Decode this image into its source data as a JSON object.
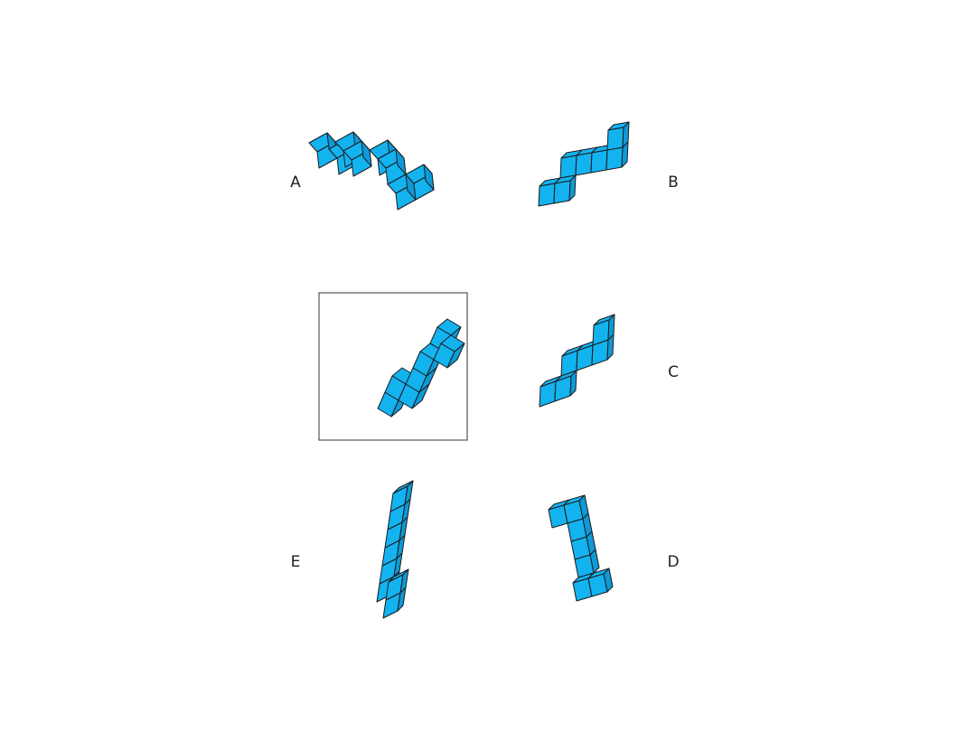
{
  "colors": {
    "cube_fill": "#13b3f0",
    "cube_shade": "#0d9ad8",
    "outline": "#1c1c1c",
    "background": "#ffffff"
  },
  "options": [
    {
      "label": "A"
    },
    {
      "label": "B"
    },
    {
      "label": "C"
    },
    {
      "label": "D"
    },
    {
      "label": "E"
    }
  ],
  "reference": {
    "boxed": true
  }
}
